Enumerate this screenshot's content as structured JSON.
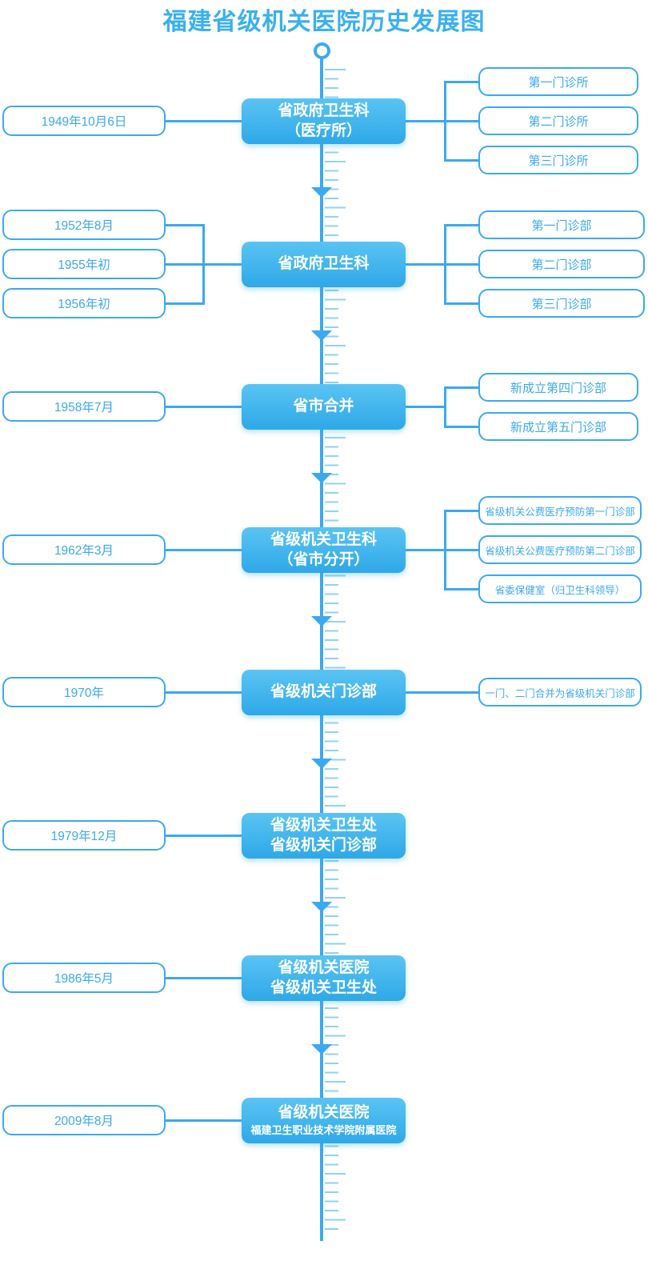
{
  "page": {
    "title": "福建省级机关医院历史发展图"
  },
  "colors": {
    "primary_blue": "#3BA9F0",
    "tick_blue": "#8FD2F7",
    "stage_box_gradient_top": "#5AC4F3",
    "stage_box_gradient_bottom": "#2EA8E8",
    "background": "#FFFFFF"
  },
  "timeline": {
    "direction": "top-to-bottom",
    "start_node": "circle",
    "stage_count": 8
  },
  "stages": [
    {
      "dates": [
        "1949年10月6日"
      ],
      "name": "省政府卫生科",
      "name_sub": "（医疗所）",
      "outputs": [
        "第一门诊所",
        "第二门诊所",
        "第三门诊所"
      ]
    },
    {
      "dates": [
        "1952年8月",
        "1955年初",
        "1956年初"
      ],
      "name": "省政府卫生科",
      "outputs": [
        "第一门诊部",
        "第二门诊部",
        "第三门诊部"
      ]
    },
    {
      "dates": [
        "1958年7月"
      ],
      "name": "省市合并",
      "outputs": [
        "新成立第四门诊部",
        "新成立第五门诊部"
      ]
    },
    {
      "dates": [
        "1962年3月"
      ],
      "name": "省级机关卫生科",
      "name_sub": "（省市分开）",
      "outputs": [
        "省级机关公费医疗预防第一门诊部",
        "省级机关公费医疗预防第二门诊部",
        "省委保健室（归卫生科领导）"
      ]
    },
    {
      "dates": [
        "1970年"
      ],
      "name": "省级机关门诊部",
      "outputs": [
        "一门、二门合并为省级机关门诊部"
      ]
    },
    {
      "dates": [
        "1979年12月"
      ],
      "name": "省级机关卫生处",
      "name_sub": "省级机关门诊部",
      "outputs": []
    },
    {
      "dates": [
        "1986年5月"
      ],
      "name": "省级机关医院",
      "name_sub": "省级机关卫生处",
      "outputs": []
    },
    {
      "dates": [
        "2009年8月"
      ],
      "name": "省级机关医院",
      "name_sub": "福建卫生职业技术学院附属医院",
      "outputs": []
    }
  ]
}
